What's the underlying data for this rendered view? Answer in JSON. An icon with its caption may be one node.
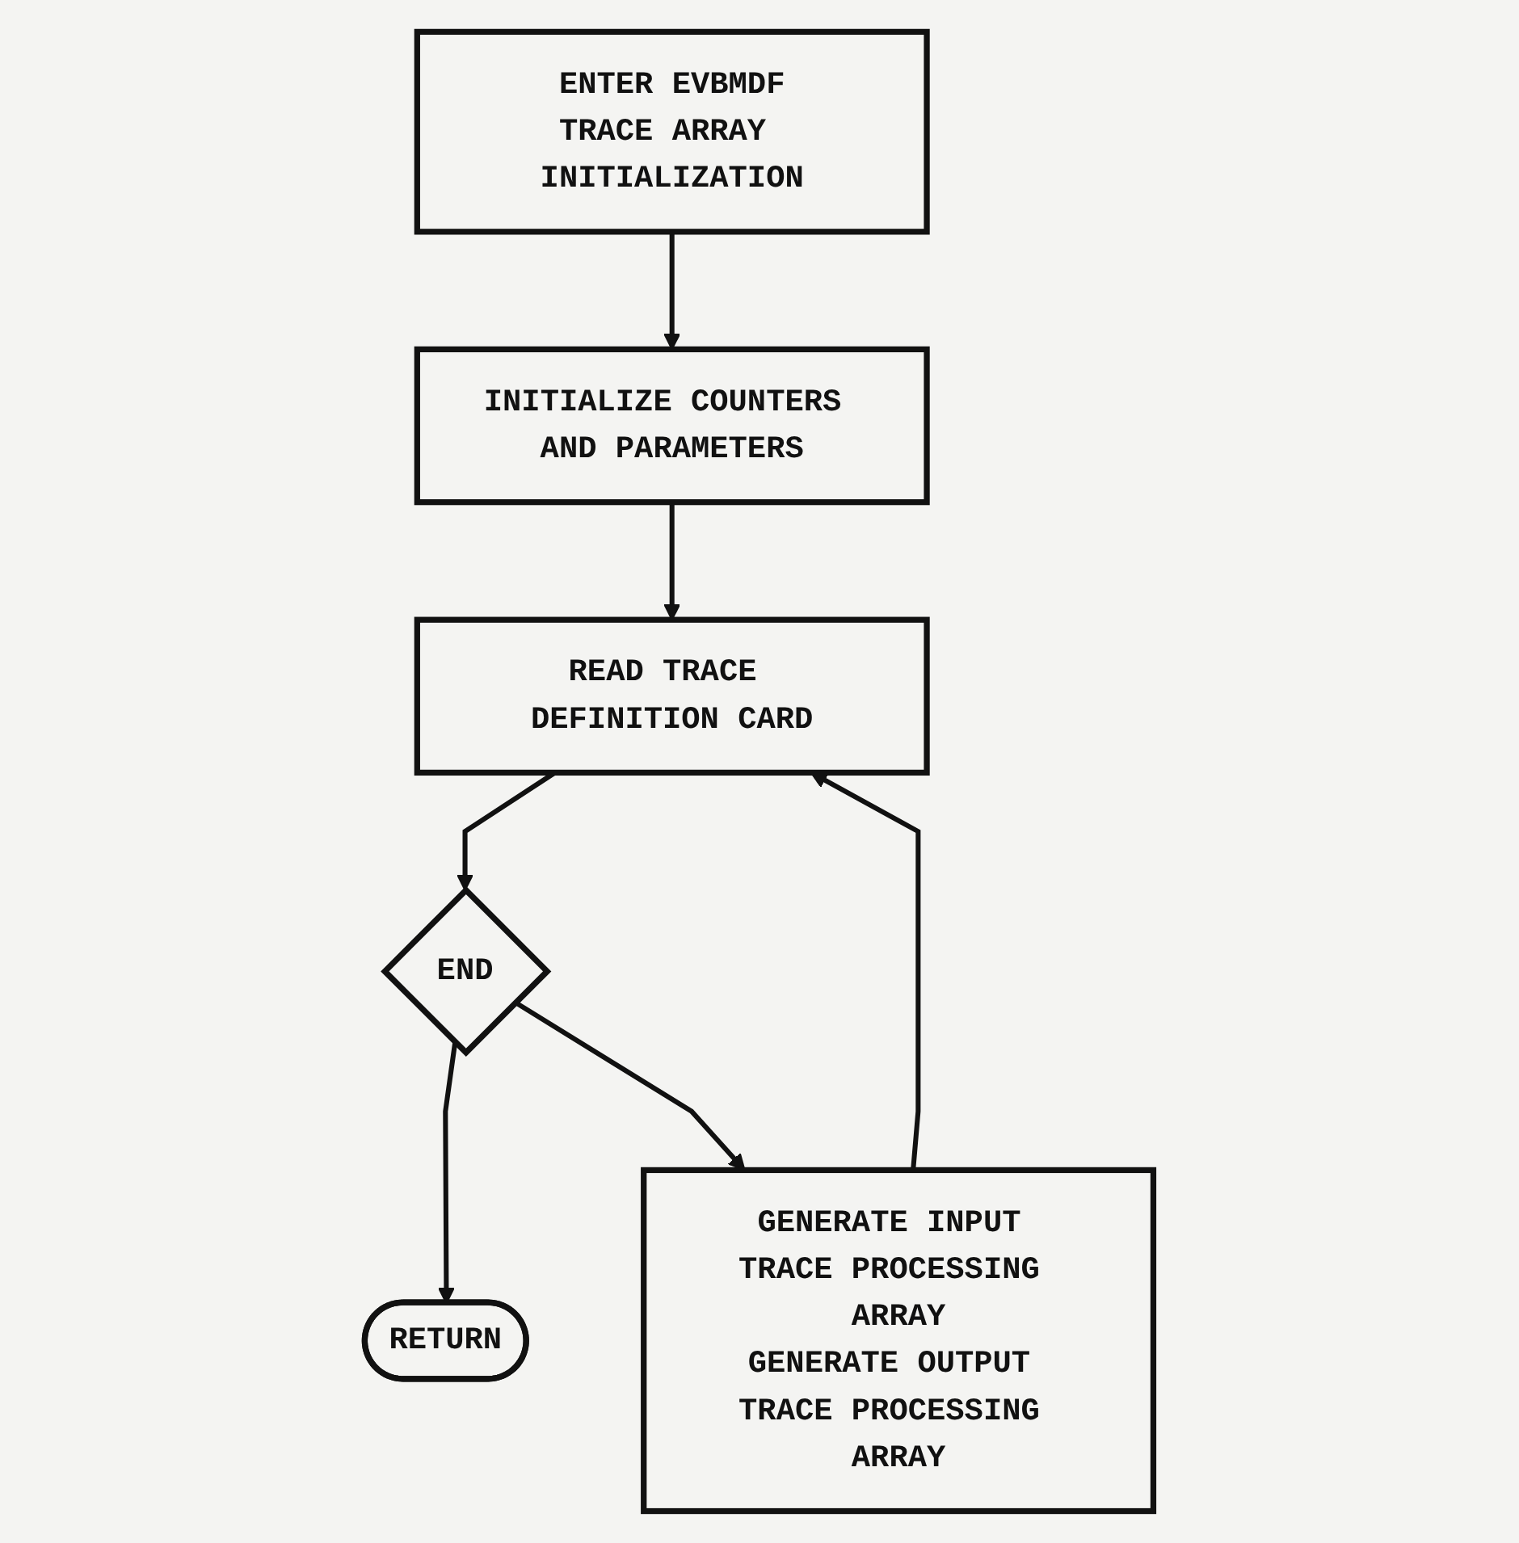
{
  "diagram": {
    "nodes": [
      {
        "text": [
          "ENTER EVBMDF",
          "TRACE ARRAY INITIALIZATION"
        ]
      },
      {
        "text": [
          "INITIALIZE COUNTERS AND PARAMETERS"
        ]
      },
      {
        "text": [
          "READ TRACE DEFINITION CARD"
        ]
      },
      {
        "text": [
          "END"
        ]
      },
      {
        "text": [
          "RETURN"
        ]
      },
      {
        "text": [
          "GENERATE INPUT TRACE PROCESSING ARRAY",
          "GENERATE OUTPUT TRACE PROCESSING ARRAY"
        ]
      }
    ],
    "edges": [
      {
        "from": 0,
        "to": 1,
        "arrow": "to"
      },
      {
        "from": 1,
        "to": 2,
        "arrow": "to"
      },
      {
        "from": 2,
        "to": 3,
        "arrow": "to"
      },
      {
        "from": 3,
        "to": 4,
        "arrow": "to"
      },
      {
        "from": 3,
        "to": 5,
        "arrow": "to"
      },
      {
        "from": 5,
        "to": 2,
        "arrow": "to"
      }
    ]
  }
}
